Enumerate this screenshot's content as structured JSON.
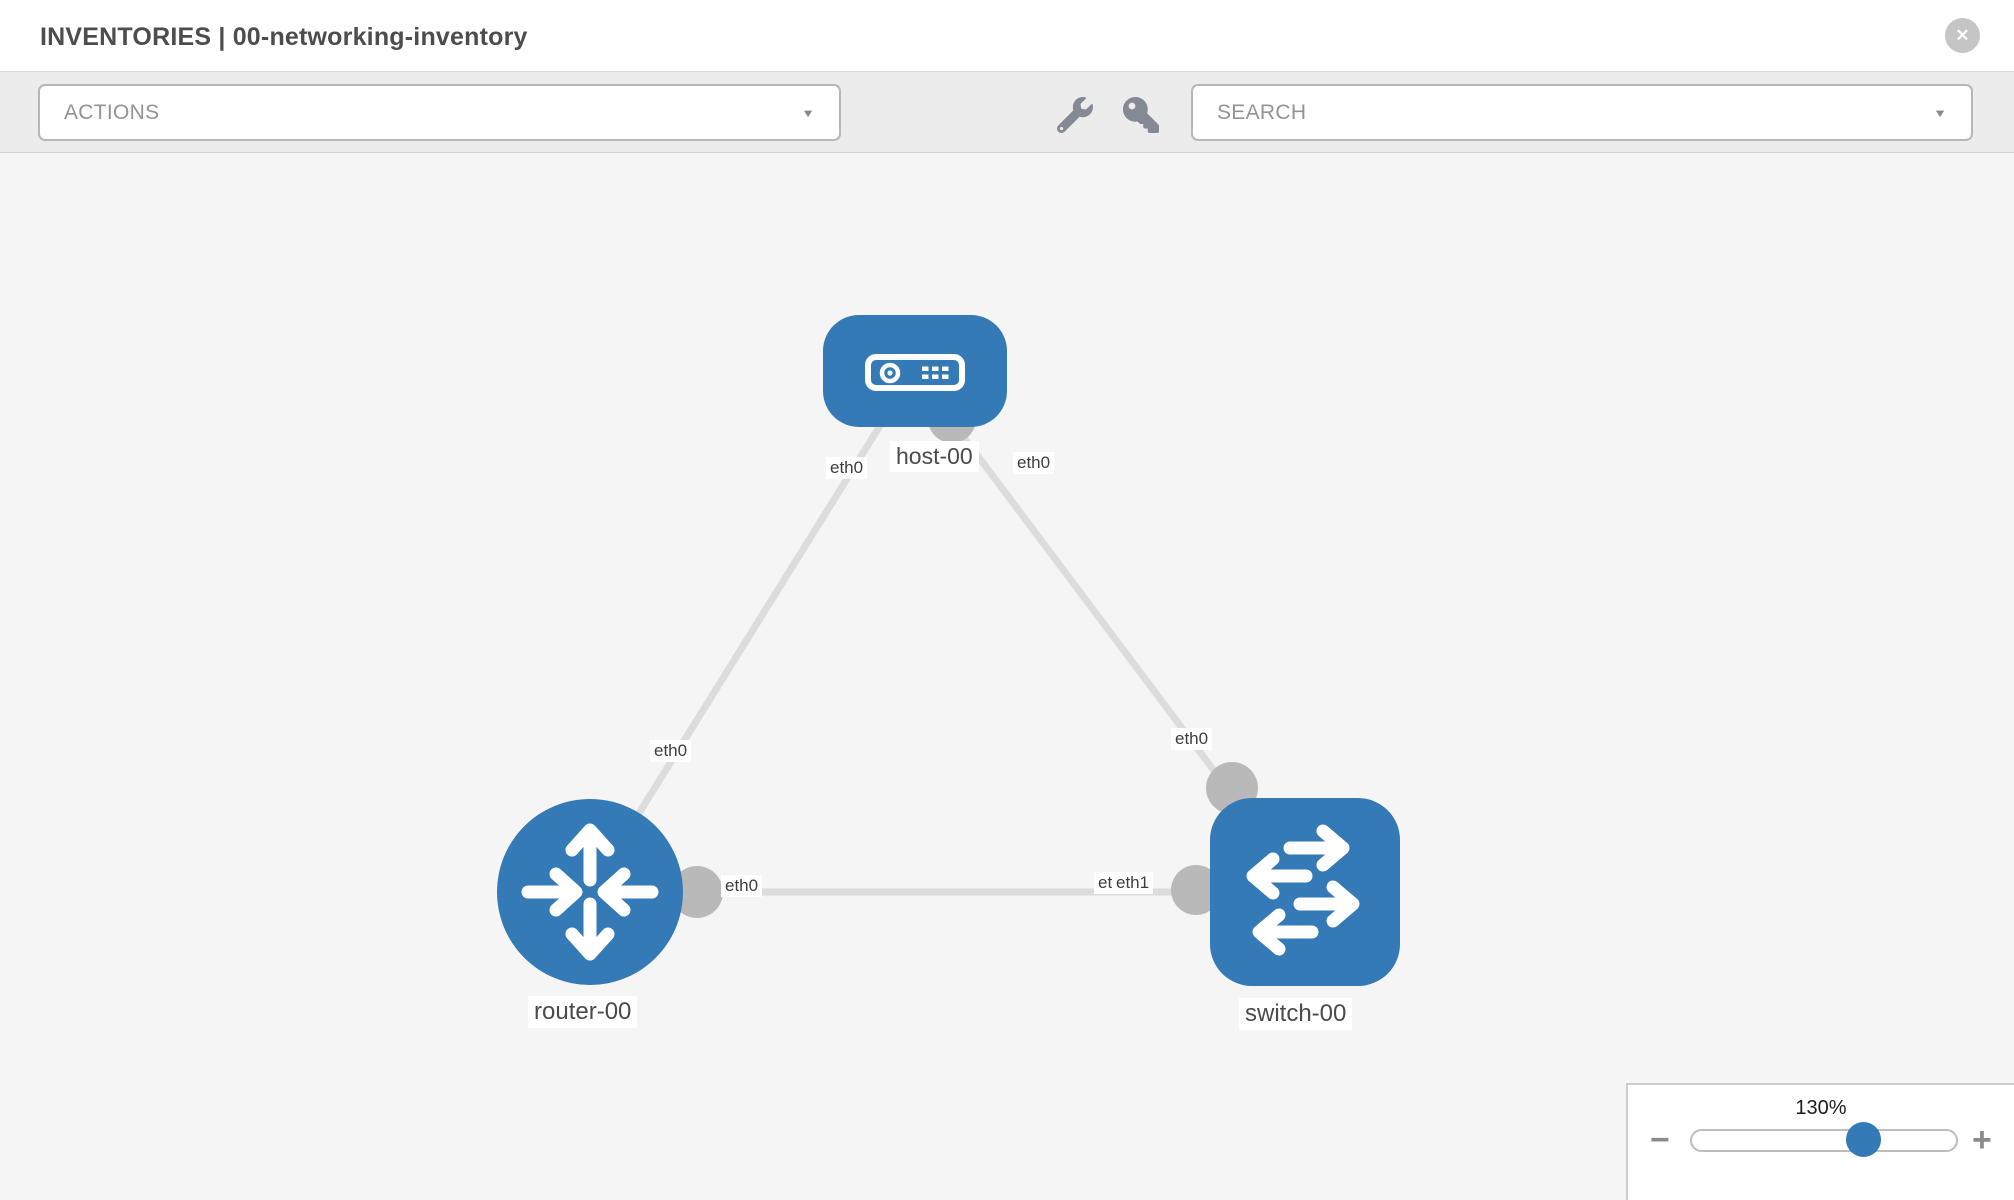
{
  "header": {
    "title": "INVENTORIES | 00-networking-inventory"
  },
  "icons": {
    "close": "✕",
    "caret": "▼",
    "zoom_out": "−",
    "zoom_in": "+"
  },
  "toolbar": {
    "actions_label": "ACTIONS",
    "search_label": "SEARCH",
    "tools": [
      "wrench-icon",
      "key-icon"
    ]
  },
  "canvas": {
    "nodes": [
      {
        "label": "host-00",
        "type": "host"
      },
      {
        "label": "router-00",
        "type": "router"
      },
      {
        "label": "switch-00",
        "type": "switch"
      }
    ],
    "links": [
      {
        "source": "host-00",
        "target": "router-00",
        "source_interface": "eth0",
        "target_interface": "eth0"
      },
      {
        "source": "host-00",
        "target": "switch-00",
        "source_interface": "eth0",
        "target_interface": "eth0"
      },
      {
        "source": "router-00",
        "target": "switch-00",
        "source_interface": "eth0",
        "target_interface": "eth1",
        "target_overlapped_interface": "eth0"
      }
    ]
  },
  "zoom_control": {
    "level": "130%"
  },
  "colors": {
    "node_blue": "#337ab7",
    "port_gray": "#b9b9b9",
    "link_gray": "#dcdcdc",
    "canvas_bg": "#f5f5f5",
    "toolbar_bg": "#ececec"
  }
}
